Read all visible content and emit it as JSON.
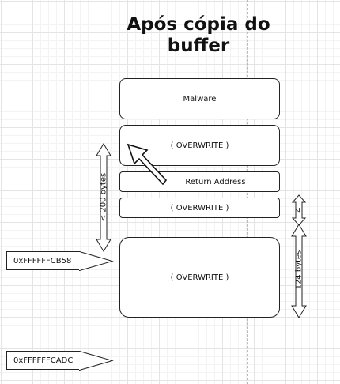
{
  "title": "Após cópia do buffer",
  "blocks": {
    "malware": "Malware",
    "overwrite_top": "( OVERWRITE )",
    "return_address": "Return Address",
    "overwrite_mid": "( OVERWRITE )",
    "overwrite_buffer": "( OVERWRITE )"
  },
  "addresses": {
    "upper": "0xFFFFFFCB58",
    "lower": "0xFFFFFFCADC"
  },
  "dimensions": {
    "left": "< 200 bytes",
    "right_small": "4",
    "right_large": "124 bytes"
  }
}
